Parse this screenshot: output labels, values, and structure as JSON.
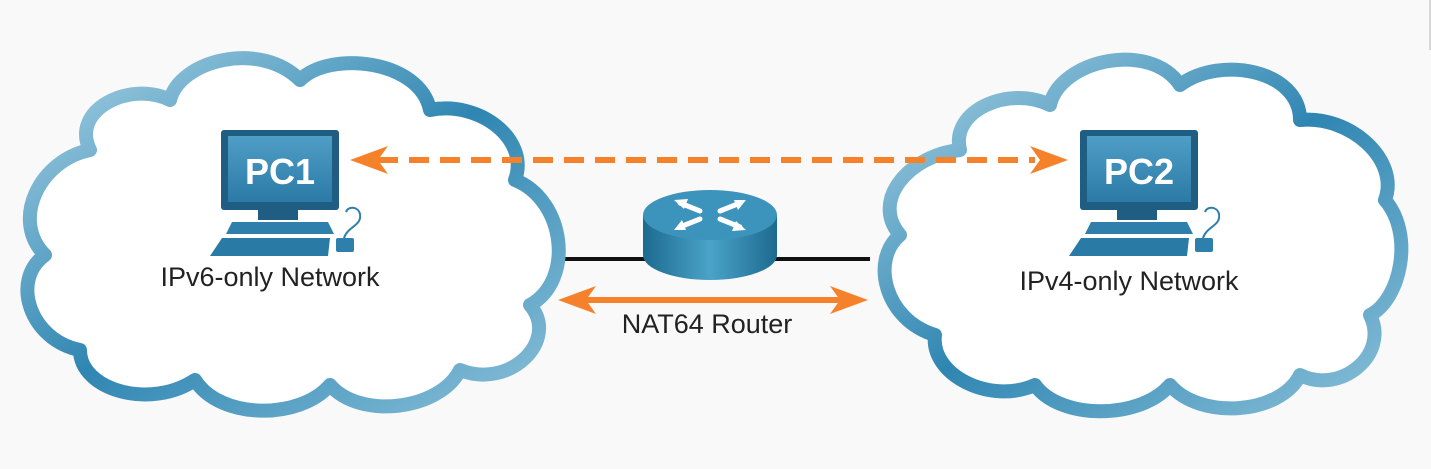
{
  "diagram": {
    "left_network": {
      "label": "IPv6-only Network",
      "pc_label": "PC1"
    },
    "right_network": {
      "label": "IPv4-only Network",
      "pc_label": "PC2"
    },
    "router": {
      "label": "NAT64 Router"
    },
    "colors": {
      "background": "#f9f9f9",
      "cloud_outline": "#3f8fb4",
      "cloud_fill": "#ffffff",
      "arrow": "#f5822a",
      "link": "#111111",
      "router_body": "#2a7fa6",
      "pc_blue": "#2f7fac"
    }
  }
}
